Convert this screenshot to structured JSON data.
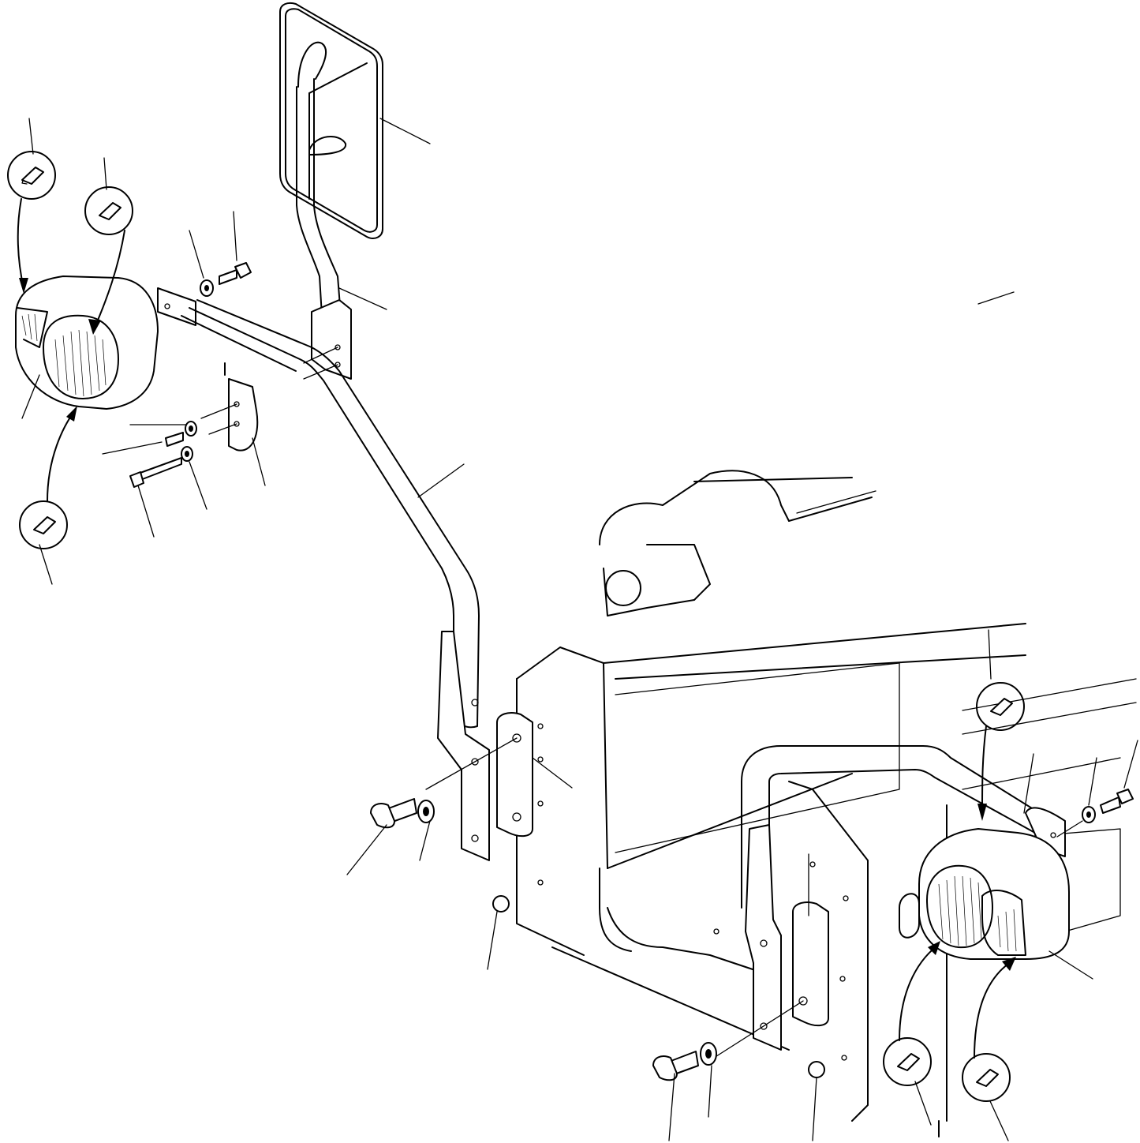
{
  "diagram": {
    "kind": "exploded parts illustration",
    "components": [
      "rear-view-mirror",
      "mirror-stay-arm",
      "left-work-lamp",
      "right-work-lamp",
      "mounting-plates",
      "bolts-and-washers",
      "lamp-bulbs",
      "cab-frame"
    ],
    "callout_labels": []
  }
}
